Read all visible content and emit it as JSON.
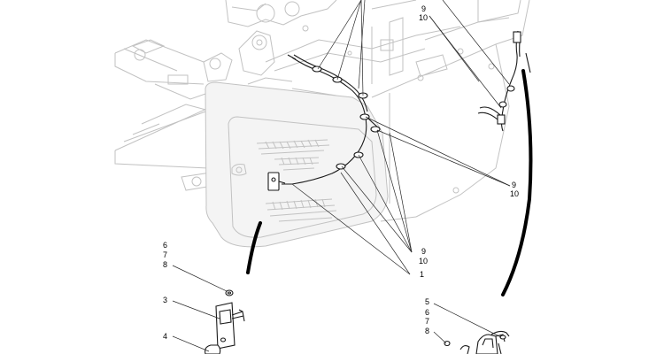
{
  "callouts": {
    "top_right_a": "9",
    "top_right_b": "10",
    "right_mid_a": "9",
    "right_mid_b": "10",
    "center_a": "9",
    "center_b": "10",
    "center_c": "1",
    "left_top_a": "6",
    "left_top_b": "7",
    "left_top_c": "8",
    "left_mid": "3",
    "left_bottom": "4",
    "bottom_right_a": "5",
    "bottom_right_b": "6",
    "bottom_right_c": "7",
    "bottom_right_d": "8"
  }
}
